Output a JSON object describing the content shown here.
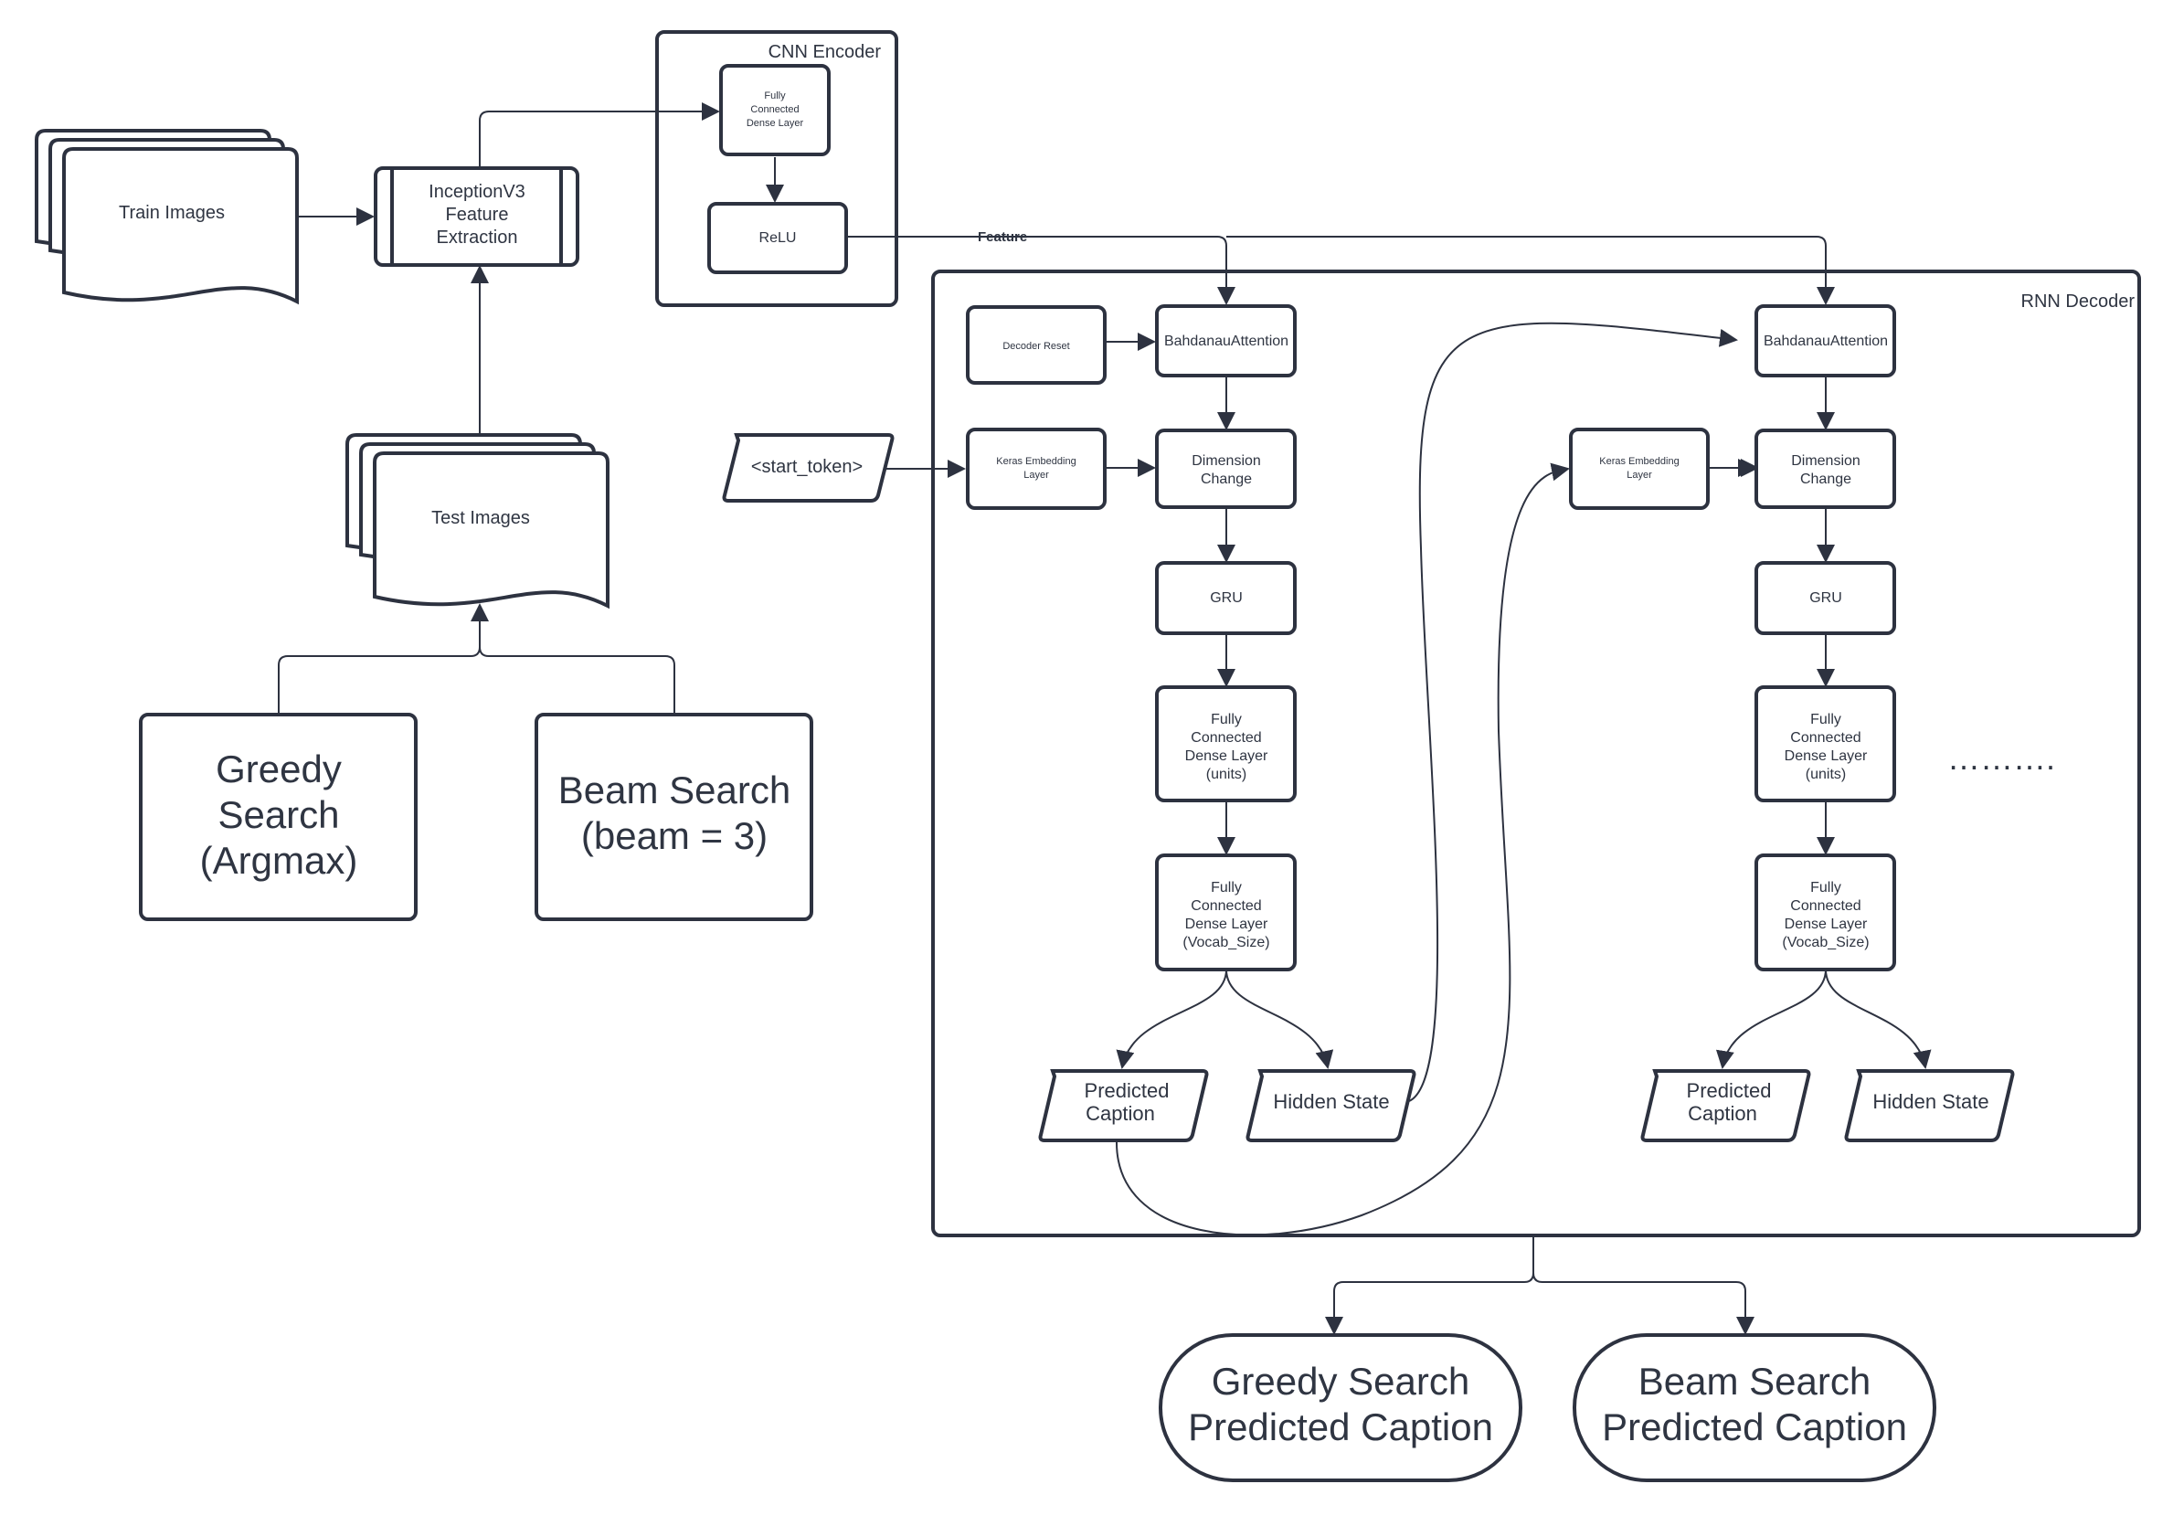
{
  "inputs": {
    "train_images": "Train Images",
    "test_images": "Test Images",
    "inception": [
      "InceptionV3",
      "Feature",
      "Extraction"
    ],
    "greedy_search": [
      "Greedy",
      "Search",
      "(Argmax)"
    ],
    "beam_search": [
      "Beam Search",
      "(beam = 3)"
    ],
    "start_token": "<start_token>"
  },
  "encoder": {
    "title": "CNN Encoder",
    "fc": [
      "Fully",
      "Connected",
      "Dense Layer"
    ],
    "relu": "ReLU",
    "feature_label": "Feature"
  },
  "decoder": {
    "title": "RNN Decoder",
    "decoder_reset": "Decoder Reset",
    "attention": "BahdanauAttention",
    "embedding": [
      "Keras Embedding",
      "Layer"
    ],
    "dimension_change": [
      "Dimension",
      "Change"
    ],
    "gru": "GRU",
    "fc_units": [
      "Fully",
      "Connected",
      "Dense Layer",
      "(units)"
    ],
    "fc_vocab": [
      "Fully",
      "Connected",
      "Dense Layer",
      "(Vocab_Size)"
    ],
    "predicted_caption": [
      "Predicted",
      "Caption"
    ],
    "hidden_state": "Hidden State",
    "ellipsis": "………."
  },
  "outputs": {
    "greedy": [
      "Greedy Search",
      "Predicted Caption"
    ],
    "beam": [
      "Beam Search",
      "Predicted Caption"
    ]
  },
  "colors": {
    "stroke": "#2d3240",
    "text": "#2f3542",
    "background": "#ffffff"
  }
}
